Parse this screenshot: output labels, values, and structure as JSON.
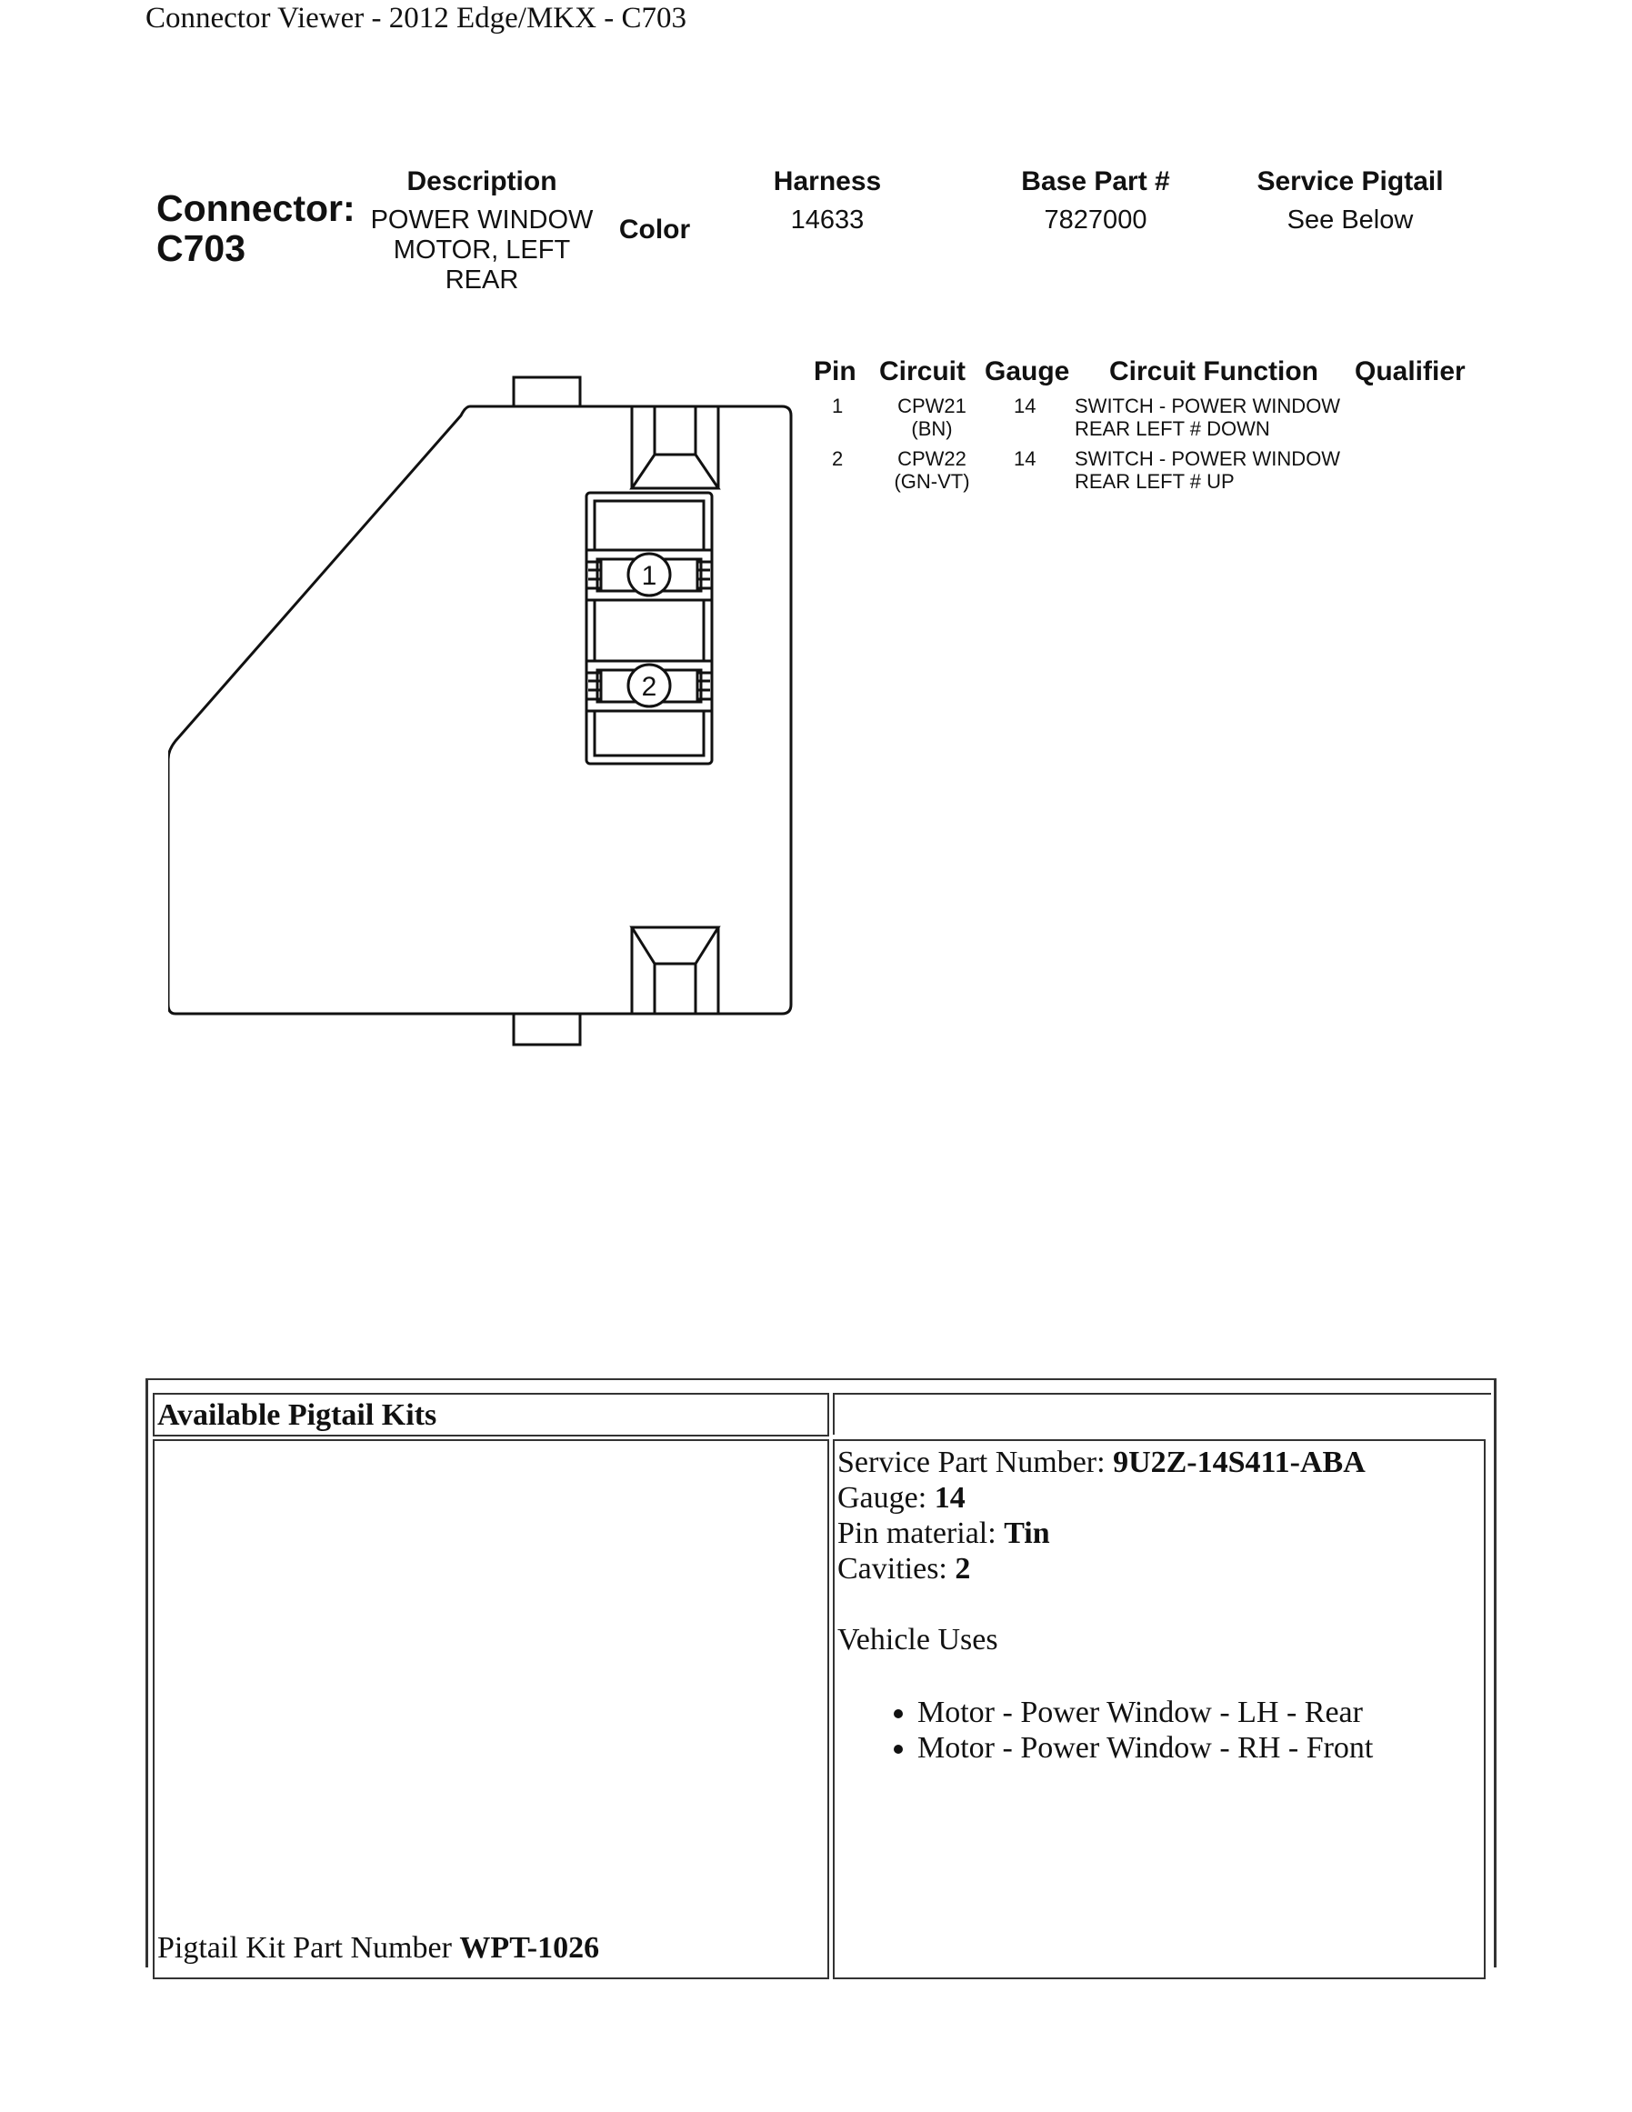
{
  "page_title": "Connector Viewer - 2012 Edge/MKX - C703",
  "connector": {
    "label_line1": "Connector:",
    "label_line2": "C703",
    "headers": {
      "description": "Description",
      "color": "Color",
      "harness": "Harness",
      "base_part": "Base Part #",
      "service_pigtail": "Service Pigtail"
    },
    "description_lines": [
      "POWER WINDOW",
      "MOTOR, LEFT",
      "REAR"
    ],
    "harness": "14633",
    "base_part": "7827000",
    "service_pigtail": "See Below"
  },
  "pin_table": {
    "headers": [
      "Pin",
      "Circuit",
      "Gauge",
      "Circuit Function",
      "Qualifier"
    ],
    "rows": [
      {
        "pin": "1",
        "circuit": "CPW21",
        "color": "(BN)",
        "gauge": "14",
        "function_line1": "SWITCH - POWER WINDOW",
        "function_line2": "REAR LEFT # DOWN",
        "qualifier": ""
      },
      {
        "pin": "2",
        "circuit": "CPW22",
        "color": "(GN-VT)",
        "gauge": "14",
        "function_line1": "SWITCH - POWER WINDOW",
        "function_line2": "REAR LEFT # UP",
        "qualifier": ""
      }
    ]
  },
  "diagram": {
    "cavity_labels": [
      "1",
      "2"
    ]
  },
  "pigtail": {
    "header": "Available Pigtail Kits",
    "service_part_label": "Service Part Number: ",
    "service_part_value": "9U2Z-14S411-ABA",
    "gauge_label": "Gauge: ",
    "gauge_value": "14",
    "pin_material_label": "Pin material: ",
    "pin_material_value": "Tin",
    "cavities_label": "Cavities: ",
    "cavities_value": "2",
    "vehicle_uses_label": "Vehicle Uses",
    "vehicle_uses": [
      "Motor - Power Window - LH - Rear",
      "Motor - Power Window - RH - Front"
    ],
    "kit_part_label": "Pigtail Kit Part Number ",
    "kit_part_value": "WPT-1026"
  }
}
